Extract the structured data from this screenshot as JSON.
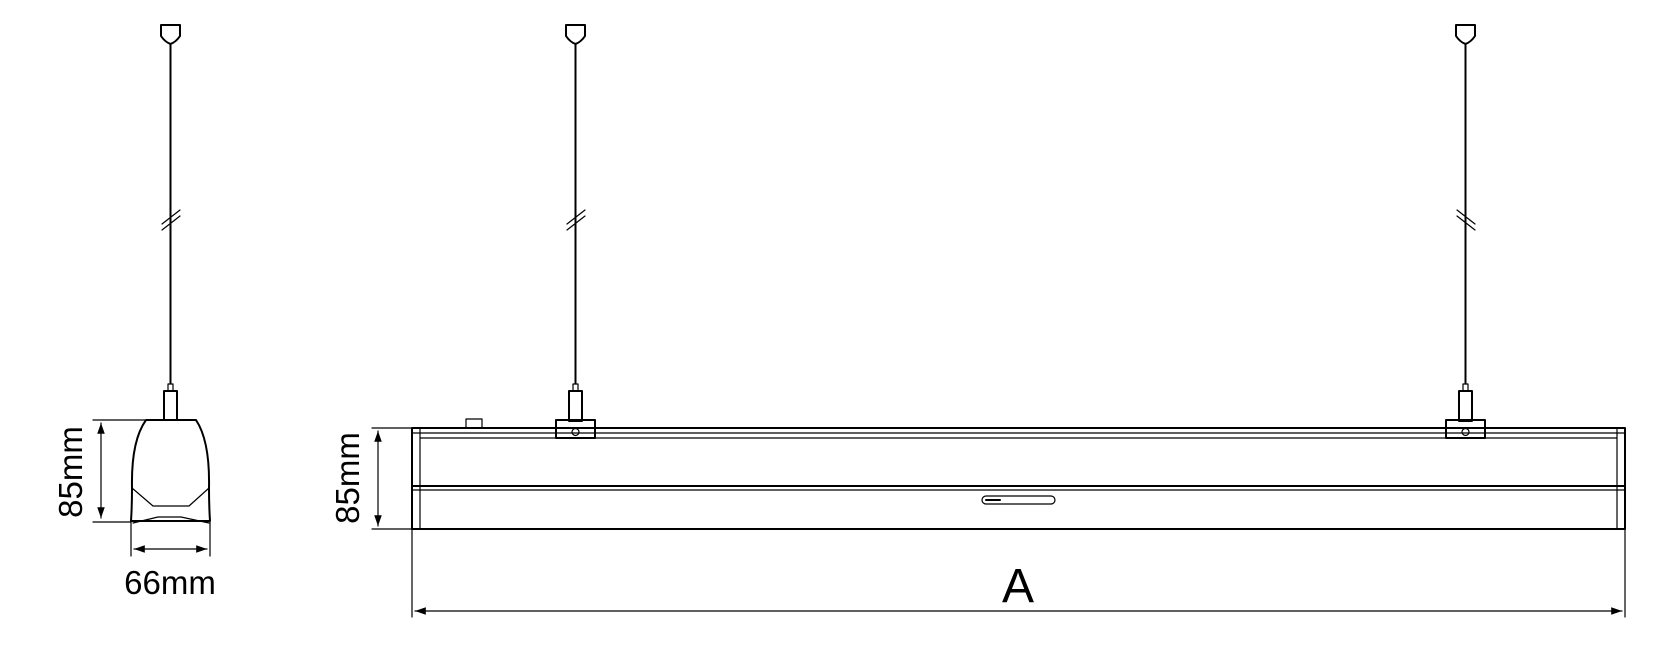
{
  "side_view": {
    "height_label": "85mm",
    "width_label": "66mm"
  },
  "front_view": {
    "height_label": "85mm",
    "length_label": "A"
  },
  "colors": {
    "line": "#000000",
    "background": "#ffffff"
  }
}
